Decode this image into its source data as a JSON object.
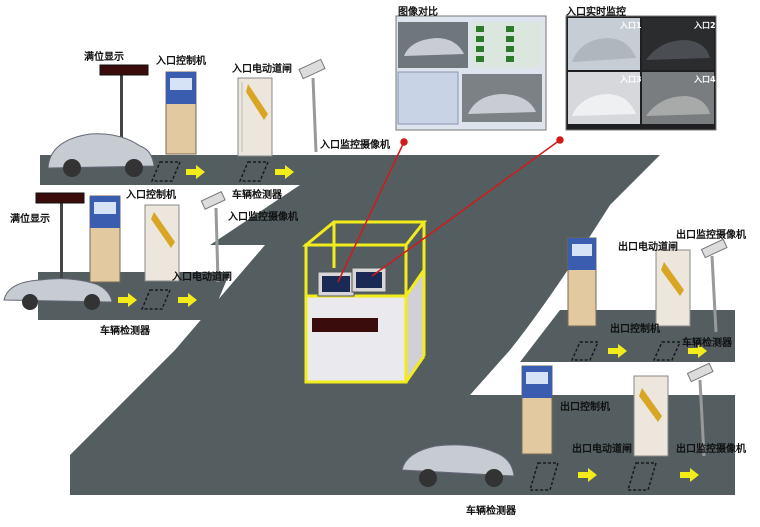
{
  "labels": {
    "full_display_1": "满位显示",
    "entry_controller_1": "入口控制机",
    "entry_gate_1": "入口电动道闸",
    "entry_camera_1": "入口监控摄像机",
    "entry_controller_2": "入口控制机",
    "vehicle_detector_1": "车辆检测器",
    "full_display_2": "满位显示",
    "entry_camera_2": "入口监控摄像机",
    "entry_gate_2": "入口电动道闸",
    "vehicle_detector_2": "车辆检测器",
    "exit_camera_1": "出口监控摄像机",
    "exit_gate_1": "出口电动道闸",
    "exit_controller_1": "出口控制机",
    "exit_detector_1": "车辆检测器",
    "exit_controller_2": "出口控制机",
    "exit_gate_2": "出口电动道闸",
    "exit_camera_2": "出口监控摄像机",
    "exit_detector_2": "车辆检测器"
  },
  "screens": {
    "compare_title": "图像对比",
    "monitor_title": "入口实时监控",
    "monitor_cams": [
      "入口1",
      "入口2",
      "入口3",
      "入口4"
    ]
  },
  "colors": {
    "road": "#545e61",
    "booth": "#f2ec1a",
    "arrow": "#f2ec1a",
    "link": "#d11a1a"
  }
}
